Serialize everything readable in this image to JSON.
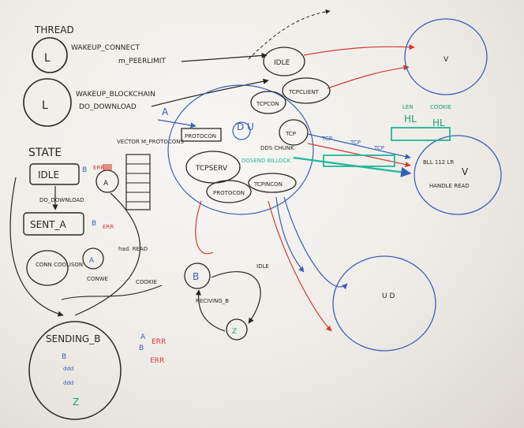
{
  "legend": {
    "heading": "THREAD",
    "clock_symbol": "L",
    "wakeup_connect": "WAKEUP_CONNECT",
    "peerlimit": "m_PEERLIMIT",
    "wakeup_blockchain": "WAKEUP_BLOCKCHAIN",
    "download": "DO_DOWNLOAD"
  },
  "state_machine": {
    "heading": "STATE",
    "idle": "IDLE",
    "sent_a": "SENT_A",
    "sending_b": "SENDING_B",
    "do_download": "DO_DOWNLOAD",
    "conn_coolison": "CONN\nCOOLISON",
    "conwe": "CONWE",
    "had_read": "had. READ",
    "cookie": "COOKIE",
    "sending_b_items": [
      "B",
      "ddd",
      "ddd",
      "Z"
    ],
    "letter_a": "A",
    "letter_b": "B",
    "err": "ERR"
  },
  "vector": {
    "label": "VECTOR\nM_PROTOCONS",
    "slots": 6
  },
  "threads": {
    "idle": "IDLE",
    "tcp_client": "TCPCLIENT",
    "tcp_conn1": "TCPCON",
    "protocon": "PROTOCON",
    "tcp_serv": "TCPSERV",
    "protocon2": "PROTOCON",
    "tcp_in_con": "TCPINCON",
    "tcp": "TCP",
    "arrow_a": "A",
    "circle_d": "D\nU",
    "ddsd_chunk": "DDS CHUNK",
    "dosend": "DOSEND BILLOCK"
  },
  "peers": {
    "v_top": "V",
    "u_right": "V",
    "u_bottom": "U\nD",
    "handle_read": "HANDLE READ",
    "nums": "BLL\n112\nLR",
    "len": "LEN",
    "cookie": "COOKIE",
    "hl1": "HL",
    "hl2": "HL",
    "tcp_labels": [
      "TCP",
      "TCP",
      "TCP"
    ]
  },
  "b_loop": {
    "b": "B",
    "idle": "IDLE",
    "receiving_b": "RECIVING_B",
    "z": "Z"
  },
  "colors": {
    "ink": "#2a2622",
    "blue": "#3a5fb8",
    "red": "#d33a32",
    "green": "#1aa07a",
    "teal": "#1fb79a"
  }
}
